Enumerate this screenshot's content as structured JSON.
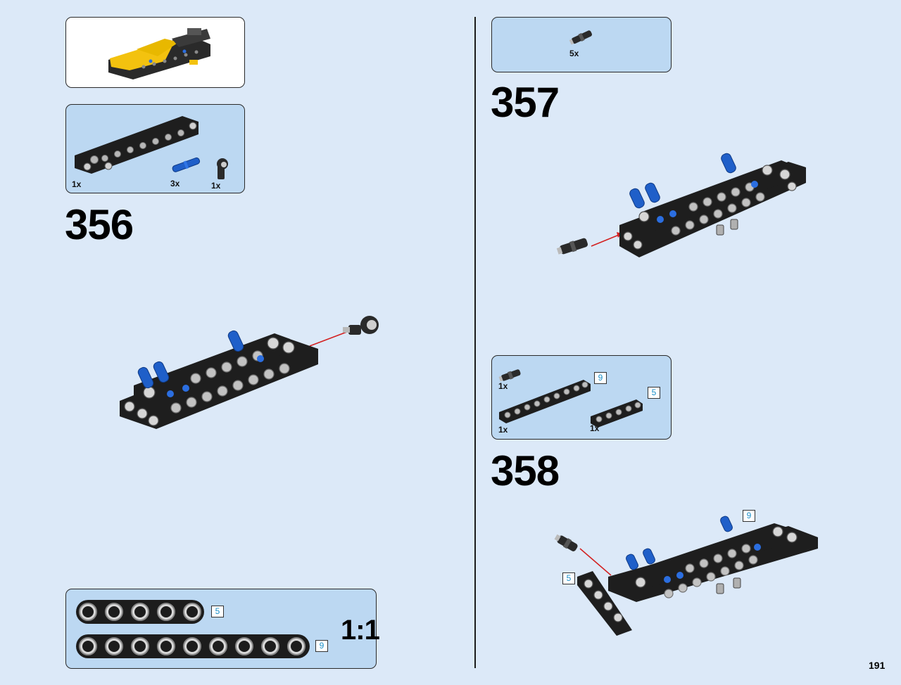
{
  "page": {
    "number": "191",
    "scale_label": "1:1"
  },
  "steps": [
    {
      "number": "356",
      "parts": [
        {
          "qty": "1x",
          "part": "beam-with-holes"
        },
        {
          "qty": "3x",
          "part": "blue-connector-pin"
        },
        {
          "qty": "1x",
          "part": "angle-connector"
        }
      ]
    },
    {
      "number": "357",
      "parts": [
        {
          "qty": "5x",
          "part": "black-axle-pin"
        }
      ]
    },
    {
      "number": "358",
      "parts": [
        {
          "qty": "1x",
          "part": "black-axle-pin"
        },
        {
          "qty": "1x",
          "part": "beam-9",
          "length": "9"
        },
        {
          "qty": "1x",
          "part": "beam-5",
          "length": "5"
        }
      ],
      "callouts": [
        "9",
        "5"
      ]
    }
  ],
  "ruler": [
    {
      "length": "5",
      "holes": 5
    },
    {
      "length": "9",
      "holes": 9
    }
  ],
  "colors": {
    "background": "#dce9f8",
    "panel": "#bcd8f2",
    "beam": "#1f1f1f",
    "pin_blue": "#1f5fc9",
    "arrow": "#d32020",
    "length_text": "#1a8fc9"
  }
}
